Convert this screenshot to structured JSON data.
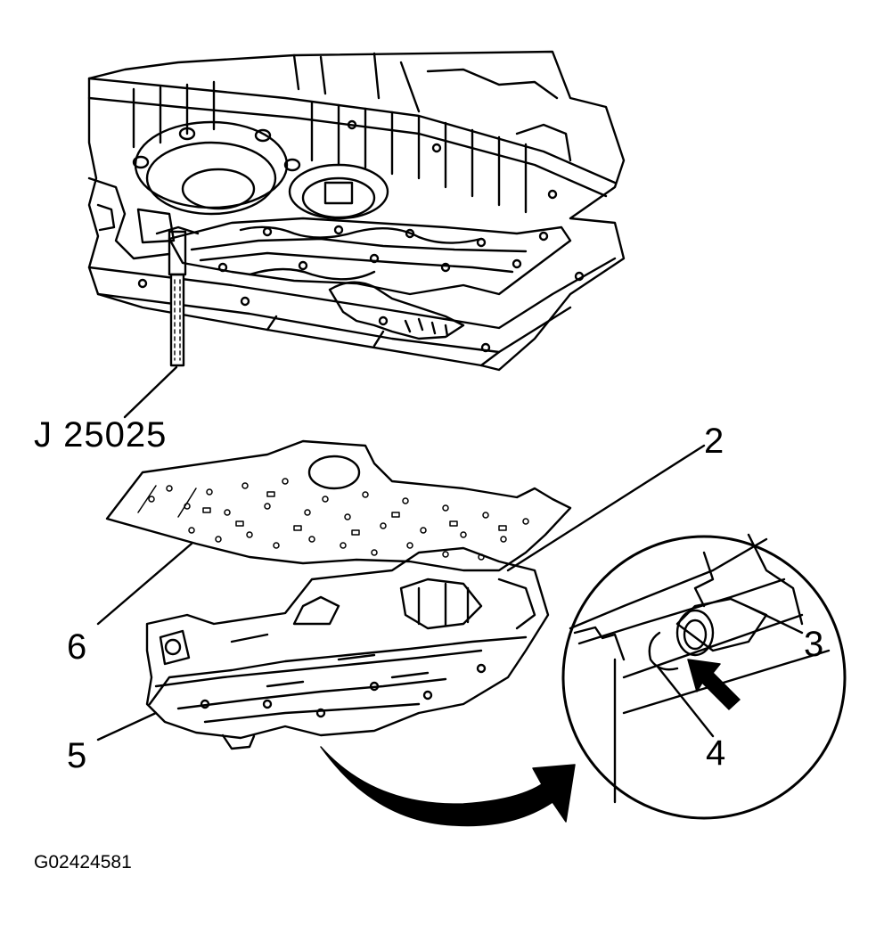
{
  "figure": {
    "tool_label": "J 25025",
    "figure_id": "G02424581",
    "callouts": {
      "c2": "2",
      "c3": "3",
      "c4": "4",
      "c5": "5",
      "c6": "6"
    }
  },
  "colors": {
    "line": "#000000",
    "background": "#ffffff"
  }
}
